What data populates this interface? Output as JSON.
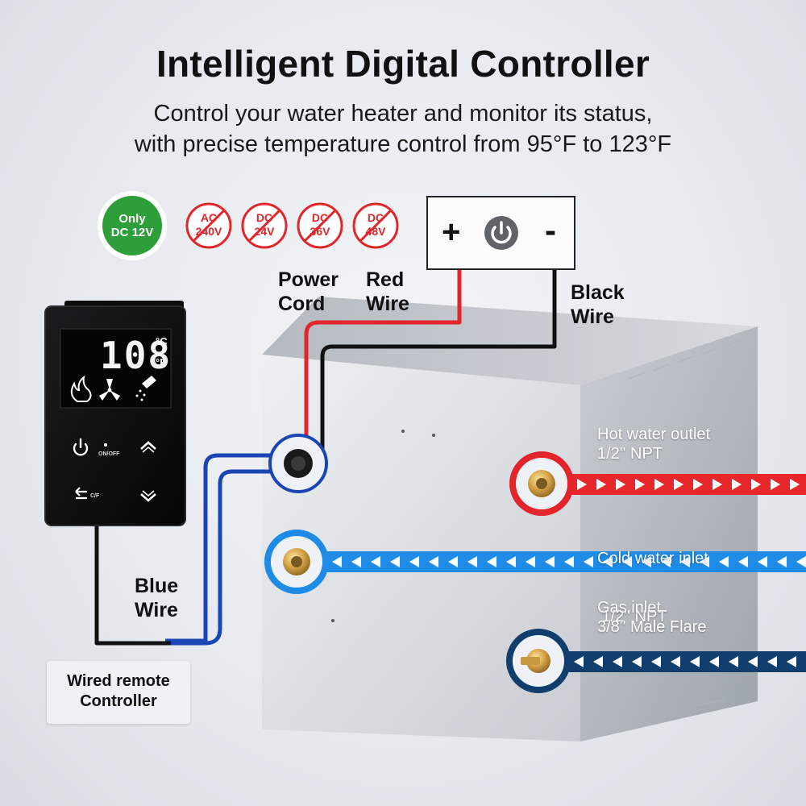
{
  "title": "Intelligent Digital Controller",
  "subtitle": {
    "line1": "Control your water heater and monitor its status,",
    "line2": "with precise temperature control from 95°F to 123°F"
  },
  "badges": {
    "ok": {
      "line1": "Only",
      "line2": "DC 12V",
      "color": "#2e9e3a"
    },
    "no": [
      {
        "line1": "AC",
        "line2": "240V"
      },
      {
        "line1": "DC",
        "line2": "24V"
      },
      {
        "line1": "DC",
        "line2": "36V"
      },
      {
        "line1": "DC",
        "line2": "48V"
      }
    ],
    "no_color": "#e0262b"
  },
  "power_box": {
    "plus": "+",
    "minus": "-",
    "icon": "power-icon"
  },
  "labels": {
    "power_cord": {
      "line1": "Power",
      "line2": "Cord"
    },
    "red_wire": {
      "line1": "Red",
      "line2": "Wire"
    },
    "black_wire": {
      "line1": "Black",
      "line2": "Wire"
    },
    "blue_wire": {
      "line1": "Blue",
      "line2": "Wire"
    }
  },
  "remote": {
    "temperature": "108",
    "unit_c": "°C",
    "unit_f": "°F",
    "on_off": "ON/OFF",
    "cf": "C/F",
    "icons": [
      "flame-icon",
      "fan-icon",
      "shower-icon",
      "power-icon",
      "up-chevron-icon",
      "back-icon",
      "down-chevron-icon"
    ],
    "caption": {
      "line1": "Wired remote",
      "line2": "Controller"
    }
  },
  "connections": {
    "hot": {
      "line1": "Hot water outlet",
      "line2": "1/2'' NPT",
      "color": "#e8262c"
    },
    "cold": {
      "line1": "Cold water inlet",
      "line2": " 1/2'' NPT",
      "color": "#1e8be6"
    },
    "gas": {
      "line1": "Gas inlet",
      "line2": "3/8'' Male Flare",
      "color": "#123e6e"
    }
  }
}
